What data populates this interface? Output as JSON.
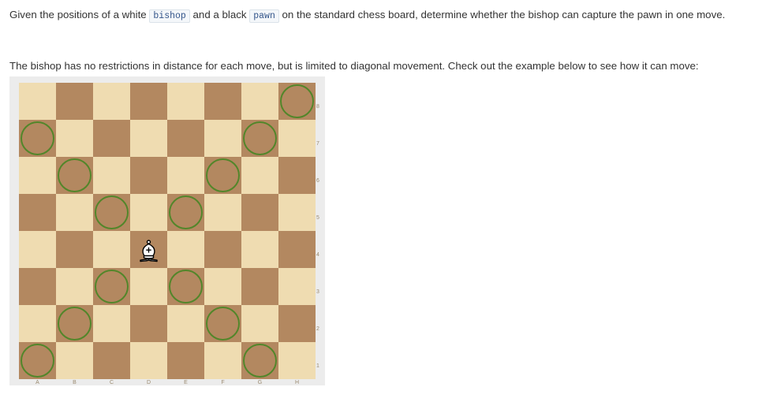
{
  "intro": {
    "t1": "Given the positions of a white ",
    "code1": "bishop",
    "t2": " and a black ",
    "code2": "pawn",
    "t3": " on the standard chess board, determine whether the bishop can capture the pawn in one move."
  },
  "description": "The bishop has no restrictions in distance for each move, but is limited to diagonal movement. Check out the example below to see how it can move:",
  "board": {
    "files": [
      "A",
      "B",
      "C",
      "D",
      "E",
      "F",
      "G",
      "H"
    ],
    "ranks": [
      "8",
      "7",
      "6",
      "5",
      "4",
      "3",
      "2",
      "1"
    ],
    "bishop_square": "D4",
    "reachable_squares": [
      "H8",
      "A7",
      "G7",
      "B6",
      "F6",
      "C5",
      "E5",
      "C3",
      "E3",
      "B2",
      "F2",
      "A1",
      "G1"
    ],
    "light_color": "#efdcb1",
    "dark_color": "#b38860",
    "ring_color": "#52862a",
    "piece_icon": "white-bishop-icon"
  }
}
